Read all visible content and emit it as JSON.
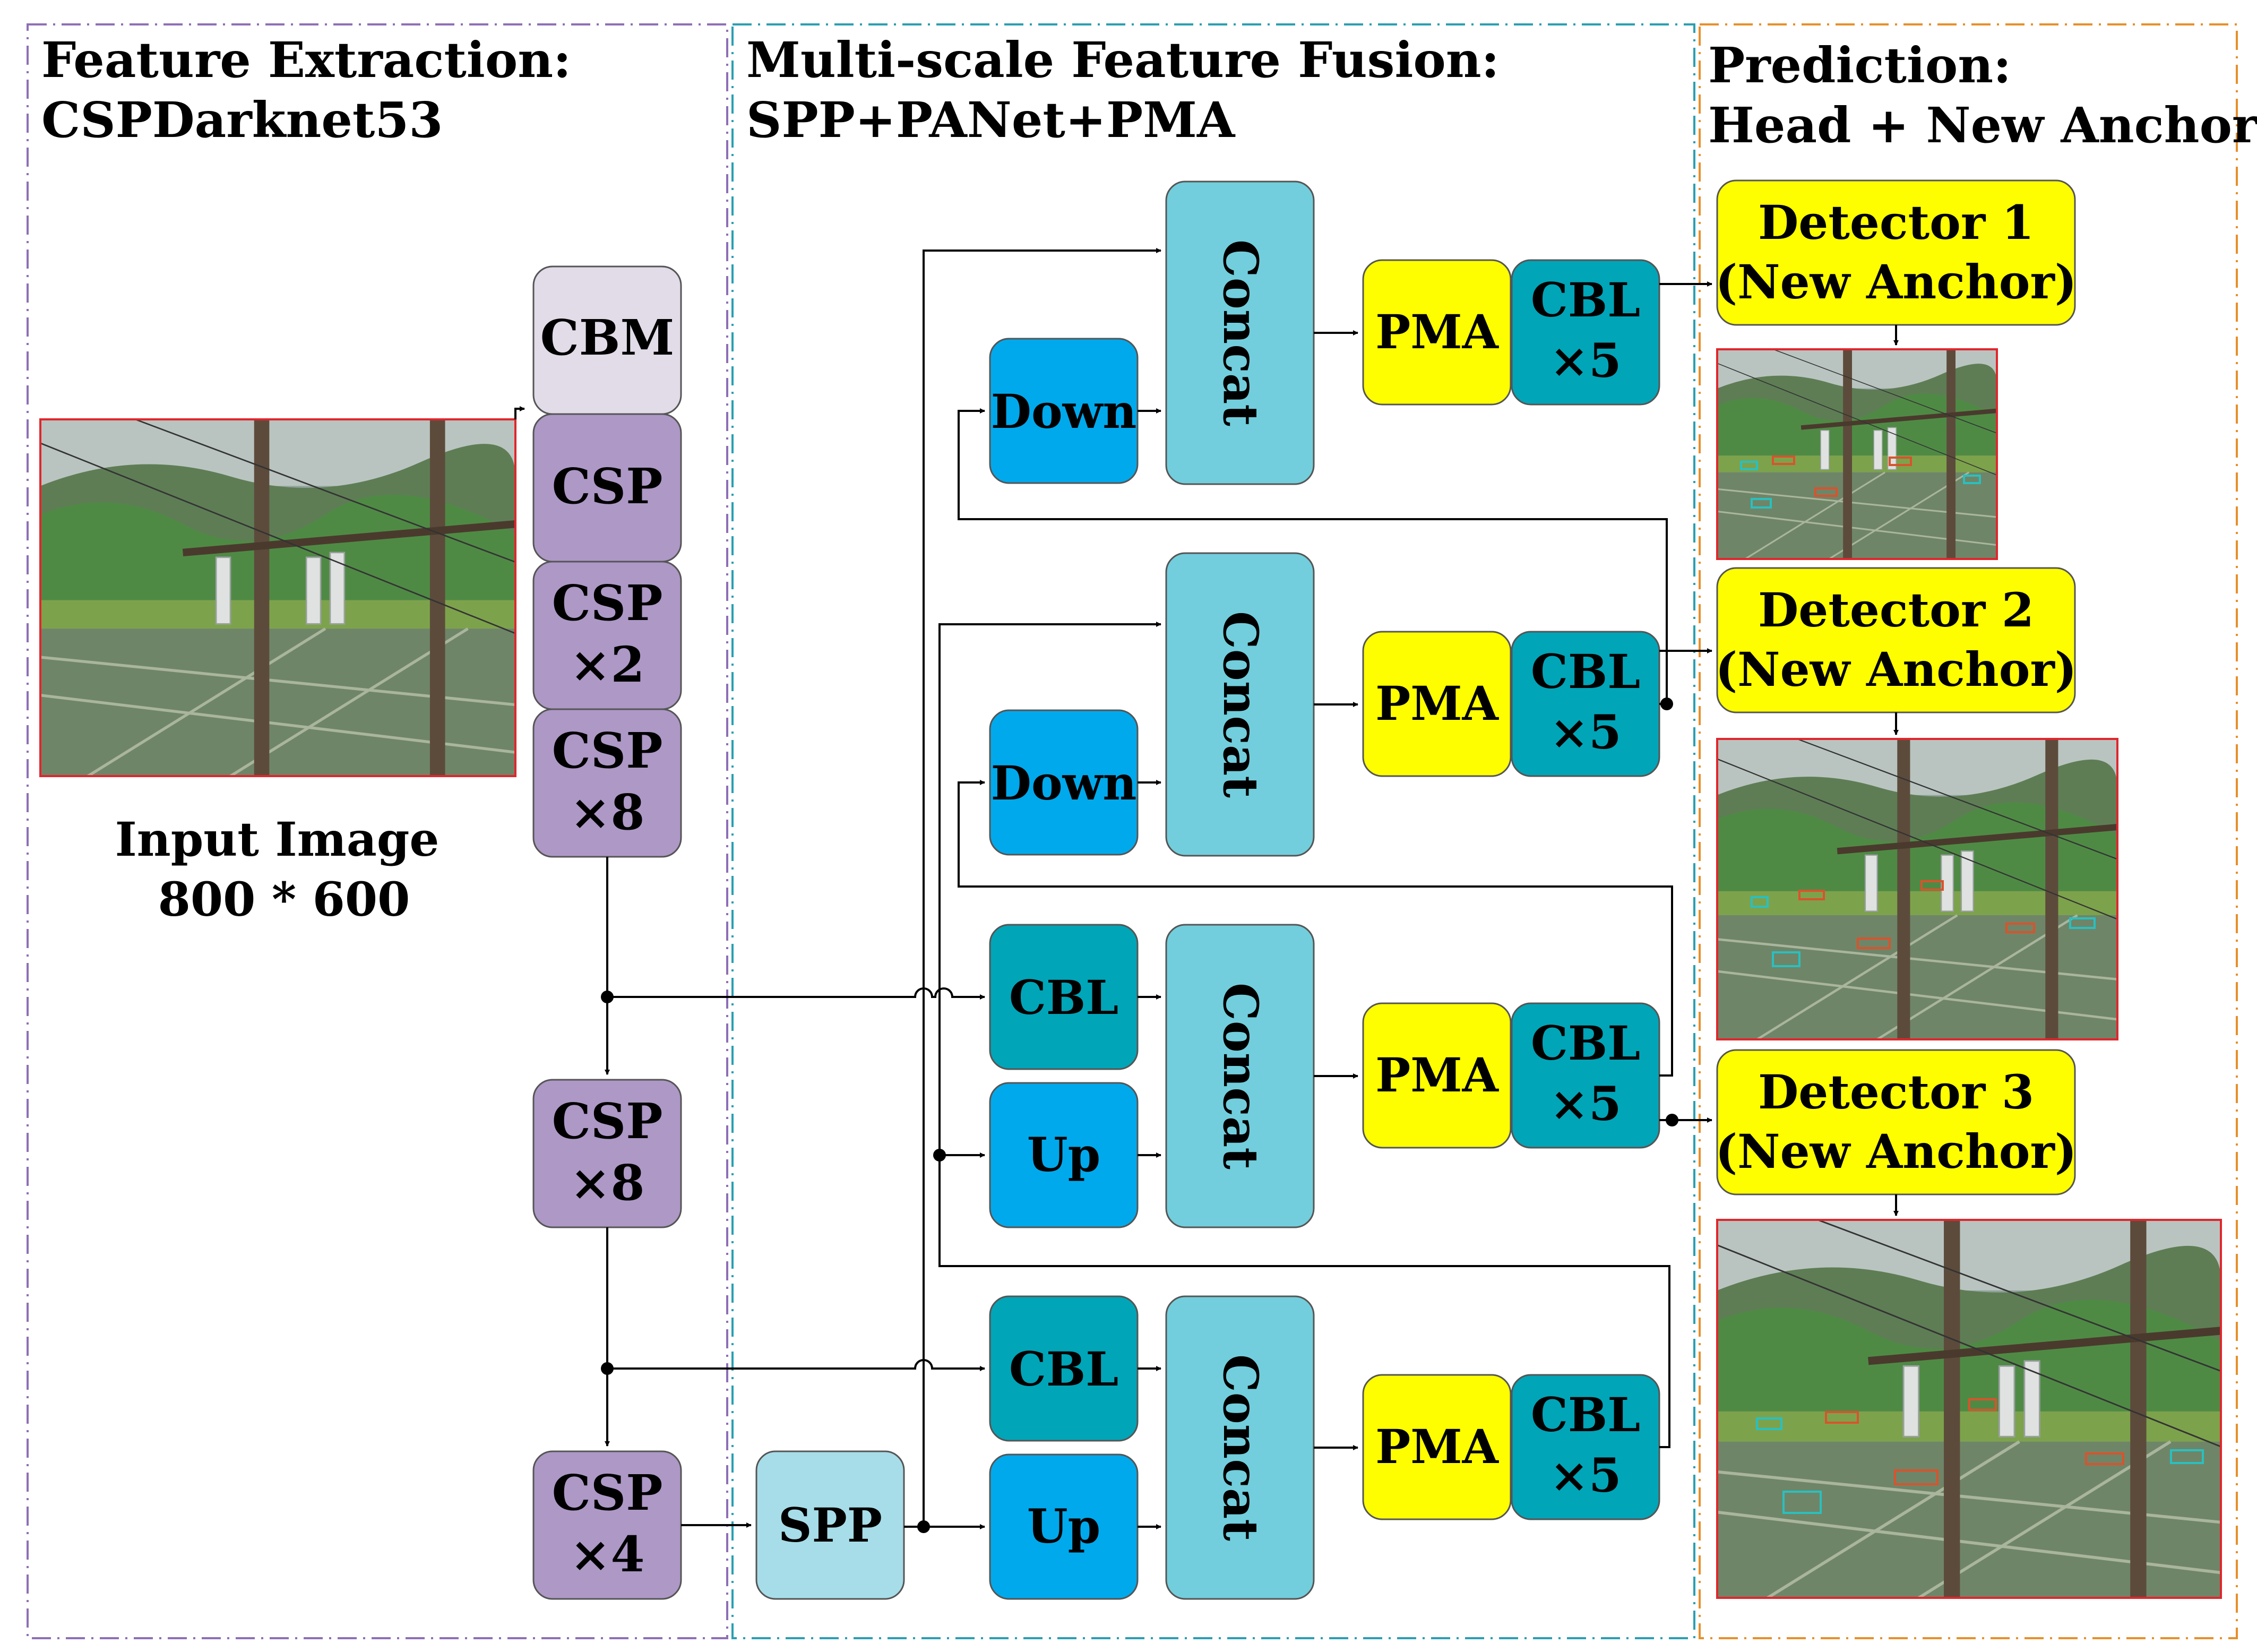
{
  "sections": {
    "feature_extraction": {
      "title_line1": "Feature Extraction:",
      "title_line2": "CSPDarknet53"
    },
    "fusion": {
      "title_line1": "Multi-scale Feature Fusion:",
      "title_line2": "SPP+PANet+PMA"
    },
    "prediction": {
      "title_line1": "Prediction:",
      "title_line2": "Head + New Anchor"
    }
  },
  "input": {
    "label_line1": "Input Image",
    "label_line2": "800 * 600"
  },
  "backbone": {
    "cbm": "CBM",
    "csp1": "CSP",
    "csp2_a": "CSP",
    "csp2_b": "×2",
    "csp8a_a": "CSP",
    "csp8a_b": "×8",
    "csp8b_a": "CSP",
    "csp8b_b": "×8",
    "csp4_a": "CSP",
    "csp4_b": "×4"
  },
  "neck": {
    "spp": "SPP",
    "down": "Down",
    "up": "Up",
    "cbl": "CBL",
    "concat": "Concat",
    "pma": "PMA",
    "cbl5_a": "CBL",
    "cbl5_b": "×5"
  },
  "detectors": [
    {
      "line1": "Detector 1",
      "line2": "(New Anchor)"
    },
    {
      "line1": "Detector 2",
      "line2": "(New Anchor)"
    },
    {
      "line1": "Detector 3",
      "line2": "(New Anchor)"
    }
  ],
  "colors": {
    "cbm": "#e2dbe8",
    "csp": "#ad98c6",
    "spp": "#a6dde8",
    "down_up": "#00a9ec",
    "cbl": "#00a5b8",
    "concat": "#72cedc",
    "pma": "#fefe00",
    "detector": "#fefe00",
    "frame_backbone": "#8e6fb5",
    "frame_fusion": "#2a9fb2",
    "frame_prediction": "#e6902a",
    "image_border": "#e0262c"
  }
}
